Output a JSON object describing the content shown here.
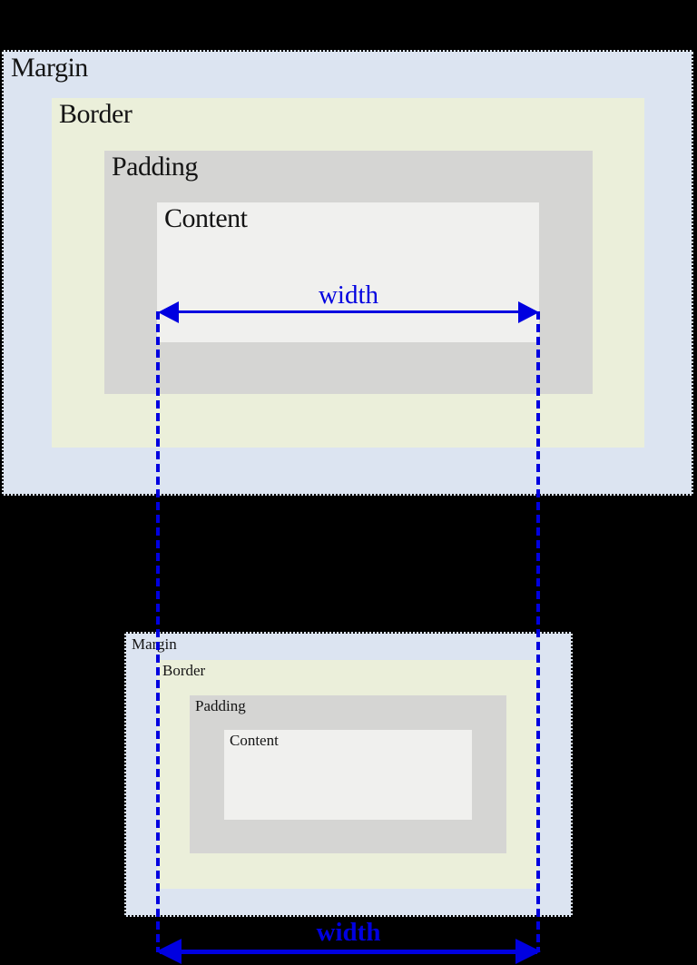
{
  "colors": {
    "page_bg": "#000000",
    "margin_bg": "#dce4f1",
    "border_bg": "#ebefda",
    "padding_bg": "#d5d5d3",
    "content_bg": "#f0f0ee",
    "arrow_blue": "#0000e0",
    "label_text": "#141414"
  },
  "top_diagram": {
    "margin_label": "Margin",
    "border_label": "Border",
    "padding_label": "Padding",
    "content_label": "Content",
    "width_label": "width"
  },
  "bottom_diagram": {
    "margin_label": "Margin",
    "border_label": "Border",
    "padding_label": "Padding",
    "content_label": "Content",
    "width_label": "width"
  }
}
